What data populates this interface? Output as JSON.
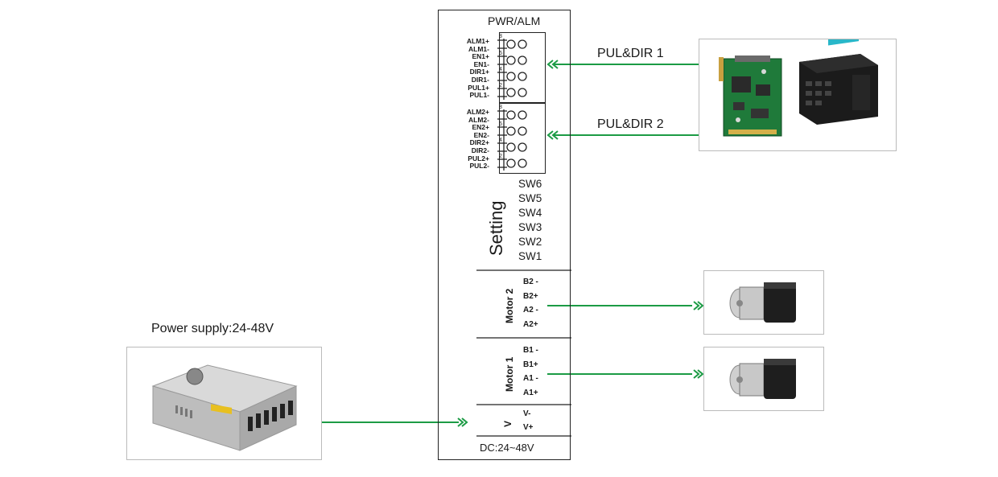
{
  "driver": {
    "pwr_alm": "PWR/ALM",
    "conn1_pins": [
      "ALM1+",
      "ALM1-",
      "EN1+",
      "EN1-",
      "DIR1+",
      "DIR1-",
      "PUL1+",
      "PUL1-"
    ],
    "conn2_pins": [
      "ALM2+",
      "ALM2-",
      "EN2+",
      "EN2-",
      "DIR2+",
      "DIR2-",
      "PUL2+",
      "PUL2-"
    ],
    "pin_numbers": [
      "8",
      "7",
      "6",
      "5",
      "4",
      "3",
      "2",
      "1"
    ],
    "setting_title": "Setting",
    "switches": [
      "SW6",
      "SW5",
      "SW4",
      "SW3",
      "SW2",
      "SW1"
    ],
    "motor2_title": "Motor 2",
    "motor2_pins": [
      "B2 -",
      "B2+",
      "A2 -",
      "A2+"
    ],
    "motor1_title": "Motor 1",
    "motor1_pins": [
      "B1 -",
      "B1+",
      "A1 -",
      "A1+"
    ],
    "power_title": "V",
    "power_pins": [
      "V-",
      "V+"
    ],
    "dc_label": "DC:24~48V"
  },
  "wires": {
    "pul_dir_1": "PUL&DIR 1",
    "pul_dir_2": "PUL&DIR 2"
  },
  "power_supply": {
    "label": "Power supply:24-48V"
  },
  "colors": {
    "wire": "#1c9b45",
    "outline": "#222222",
    "pcb": "#1f7a3a",
    "plc": "#1b1b1b",
    "plc_accent": "#29b7c9"
  }
}
